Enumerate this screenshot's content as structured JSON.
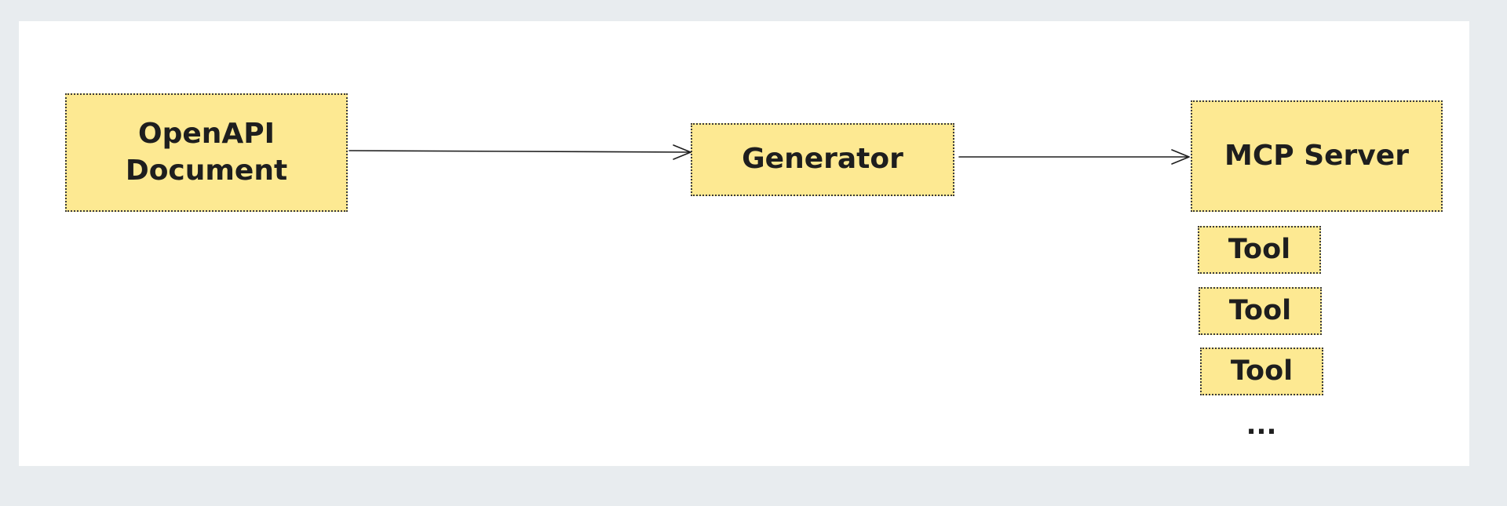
{
  "diagram": {
    "nodes": {
      "openapi": "OpenAPI Document",
      "generator": "Generator",
      "mcp_server": "MCP Server",
      "tool_1": "Tool",
      "tool_2": "Tool",
      "tool_3": "Tool"
    },
    "more": "...",
    "edges": [
      {
        "from": "OpenAPI Document",
        "to": "Generator"
      },
      {
        "from": "Generator",
        "to": "MCP Server"
      }
    ],
    "colors": {
      "node_fill": "#fde992",
      "node_border": "#3a3a3a",
      "background": "#ffffff",
      "frame": "#e8ecef",
      "text": "#1e1e1e"
    }
  }
}
